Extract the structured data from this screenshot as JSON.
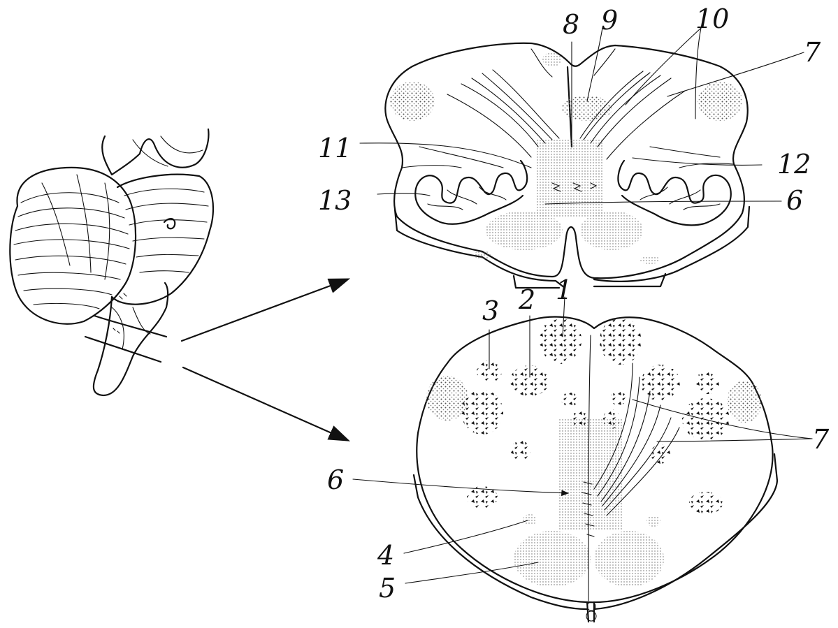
{
  "labels": {
    "l1": "1",
    "l2": "2",
    "l3": "3",
    "l4": "4",
    "l5": "5",
    "l6_upper": "6",
    "l6_lower": "6",
    "l7_upper": "7",
    "l7_lower": "7",
    "l8": "8",
    "l9": "9",
    "l10": "10",
    "l11": "11",
    "l12": "12",
    "l13": "13"
  },
  "colors": {
    "ink": "#111111",
    "paper": "#ffffff",
    "stipple": "#8a8a8a"
  }
}
